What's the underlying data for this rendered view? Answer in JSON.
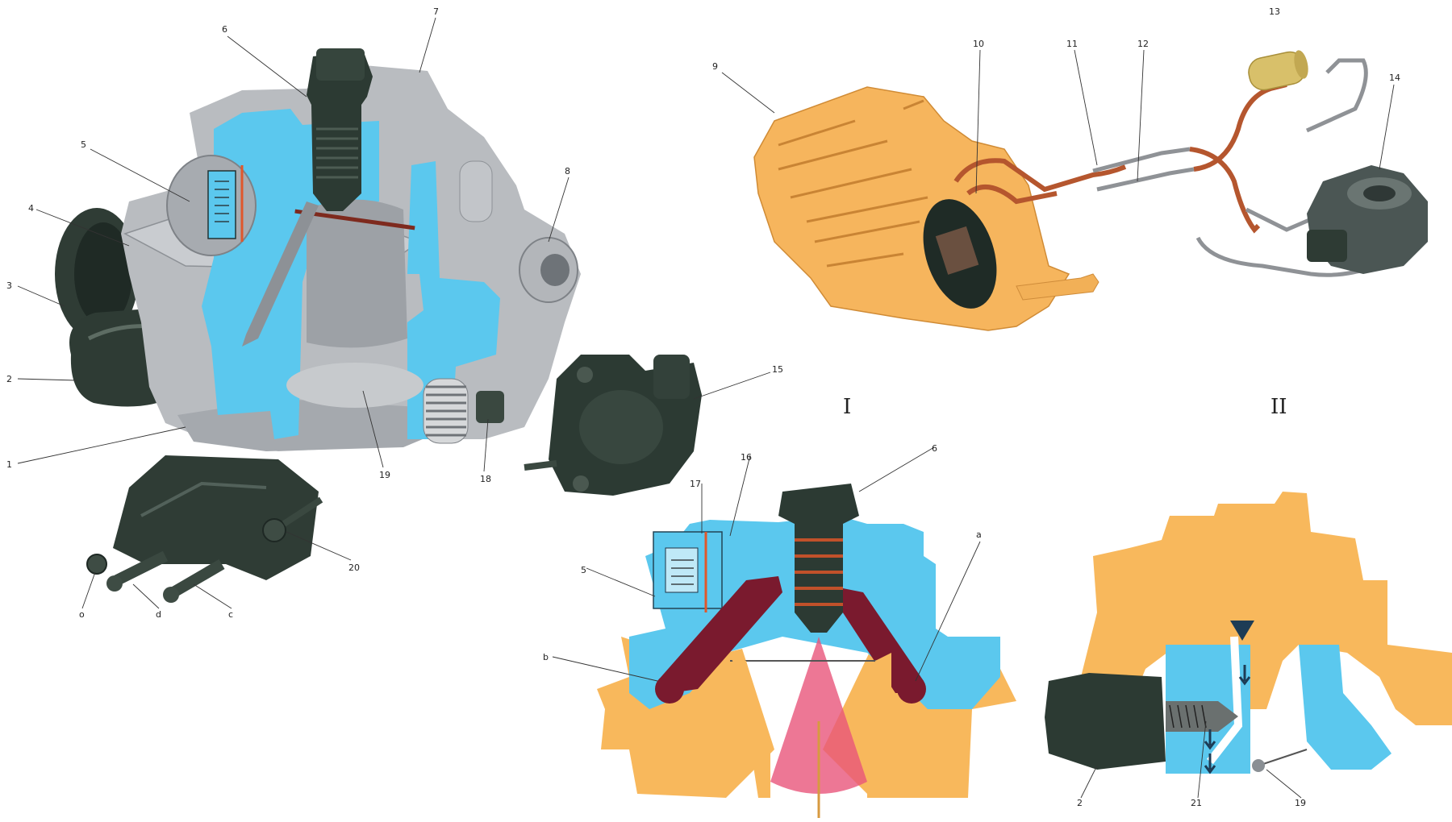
{
  "colors": {
    "housing_cut": "#5bc8ee",
    "metal": "#b9bcc0",
    "metal_dark": "#7e8287",
    "dark_part": "#2c3a33",
    "orange_body": "#f8b85c",
    "fuel_red": "#7a1a2e",
    "spray": "#e8557a",
    "tank": "#f6b55d",
    "fuel_line": "#b5562e",
    "steel_line": "#8f9296",
    "filter": "#d8c06a"
  },
  "icons": {
    "throttle_body": "throttle-body-cutaway-icon",
    "injector": "fuel-injector-icon",
    "fuel_tank": "fuel-tank-icon",
    "fuel_filter": "fuel-filter-icon",
    "pressure_regulator": "pressure-regulator-icon",
    "idle_valve": "idle-air-control-valve-icon"
  },
  "section_labels": {
    "section_1": "I",
    "section_2": "II"
  },
  "callouts": {
    "c1": "1",
    "c2": "2",
    "c3": "3",
    "c4": "4",
    "c5": "5",
    "c6": "6",
    "c7": "7",
    "c8": "8",
    "c9": "9",
    "c10": "10",
    "c11": "11",
    "c12": "12",
    "c13": "13",
    "c14": "14",
    "c15": "15",
    "c16": "16",
    "c17": "17",
    "c18": "18",
    "c19": "19",
    "c20": "20",
    "c21": "21",
    "ca": "a",
    "cb": "b",
    "cc": "c",
    "cd": "d",
    "co": "o",
    "c6b": "6",
    "c5b": "5",
    "c2b": "2",
    "c19b": "19"
  }
}
